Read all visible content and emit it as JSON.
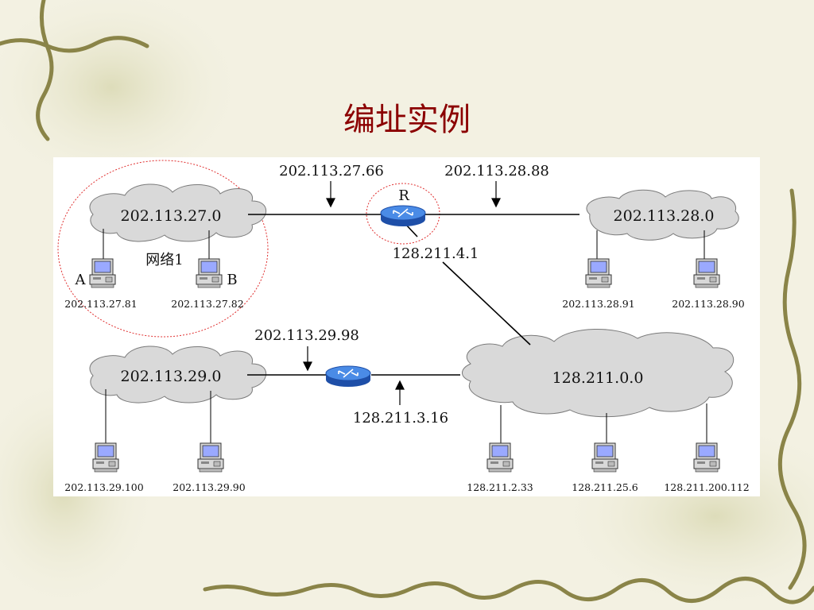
{
  "title": "编址实例",
  "colors": {
    "title": "#8b0000",
    "router": "#2f6fd1",
    "cloud": "#d9d9d9"
  },
  "network1_label": "网络1",
  "router_label": "R",
  "clouds": {
    "c1": "202.113.27.0",
    "c2": "202.113.28.0",
    "c3": "202.113.29.0",
    "c4": "128.211.0.0"
  },
  "interfaces": {
    "r1_left": "202.113.27.66",
    "r1_right": "202.113.28.88",
    "r1_down": "128.211.4.1",
    "r2_left": "202.113.29.98",
    "r2_right": "128.211.3.16"
  },
  "hosts": {
    "a_label": "A",
    "b_label": "B",
    "a_ip": "202.113.27.81",
    "b_ip": "202.113.27.82",
    "h281": "202.113.28.91",
    "h282": "202.113.28.90",
    "h291": "202.113.29.100",
    "h292": "202.113.29.90",
    "h41": "128.211.2.33",
    "h42": "128.211.25.6",
    "h43": "128.211.200.112"
  }
}
